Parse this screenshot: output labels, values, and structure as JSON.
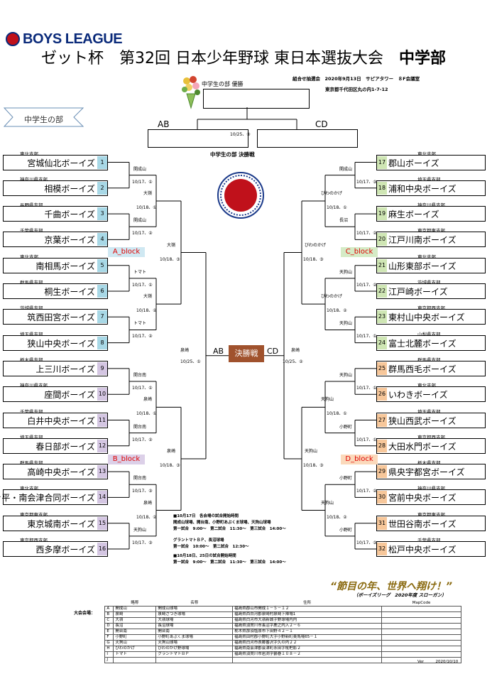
{
  "header": {
    "logo_text": "BOYS LEAGUE",
    "title_main": "ゼット杯　第32回 日本少年野球 東日本選抜大会",
    "title_division": "中学部",
    "draw_info": "組合せ抽選会　2020年9月13日　サピアタワー　８F会議室",
    "address": "東京都千代田区丸の内1-7-12"
  },
  "division_tag": "中学生の部",
  "winner_label": "中学生の部 優勝",
  "final": {
    "left_label": "AB",
    "right_label": "CD",
    "date": "10/25、③",
    "section_label": "中学生の部 決勝戦",
    "center_label": "決勝戦",
    "semi_left": "泉崎",
    "semi_left_date": "10/25、①",
    "semi_right": "泉崎",
    "semi_right_date": "10/25、②"
  },
  "blocks": {
    "a": "A_block",
    "b": "B_block",
    "c": "C_block",
    "d": "D_block"
  },
  "teams_left": [
    {
      "num": "1",
      "pref": "東北支部",
      "name": "宮城仙北ボーイズ"
    },
    {
      "num": "2",
      "pref": "神奈川県支部",
      "name": "相模ボーイズ"
    },
    {
      "num": "3",
      "pref": "長野県支部",
      "name": "千曲ボーイズ"
    },
    {
      "num": "4",
      "pref": "千葉県支部",
      "name": "京葉ボーイズ"
    },
    {
      "num": "5",
      "pref": "東北支部",
      "name": "南相馬ボーイズ"
    },
    {
      "num": "6",
      "pref": "群馬県支部",
      "name": "桐生ボーイズ"
    },
    {
      "num": "7",
      "pref": "茨城県支部",
      "name": "筑西田宮ボーイズ"
    },
    {
      "num": "8",
      "pref": "埼玉県支部",
      "name": "狭山中央ボーイズ"
    },
    {
      "num": "9",
      "pref": "栃木県支部",
      "name": "上三川ボーイズ"
    },
    {
      "num": "10",
      "pref": "神奈川県支部",
      "name": "座間ボーイズ"
    },
    {
      "num": "11",
      "pref": "千葉県支部",
      "name": "白井中央ボーイズ"
    },
    {
      "num": "12",
      "pref": "埼玉県支部",
      "name": "春日部ボーイズ"
    },
    {
      "num": "13",
      "pref": "群馬県支部",
      "name": "高崎中央ボーイズ"
    },
    {
      "num": "14",
      "pref": "東北支部",
      "name": "いわき平・南会津合同ボーイズ"
    },
    {
      "num": "15",
      "pref": "東京都東支部",
      "name": "東京城南ボーイズ"
    },
    {
      "num": "16",
      "pref": "東京都西支部",
      "name": "西多摩ボーイズ"
    }
  ],
  "teams_right": [
    {
      "num": "17",
      "pref": "東北支部",
      "name": "郡山ボーイズ"
    },
    {
      "num": "18",
      "pref": "埼玉県支部",
      "name": "浦和中央ボーイズ"
    },
    {
      "num": "19",
      "pref": "神奈川県支部",
      "name": "麻生ボーイズ"
    },
    {
      "num": "20",
      "pref": "東京都東支部",
      "name": "江戸川南ボーイズ"
    },
    {
      "num": "21",
      "pref": "東北支部",
      "name": "山形東部ボーイズ"
    },
    {
      "num": "22",
      "pref": "茨城県支部",
      "name": "江戸崎ボーイズ"
    },
    {
      "num": "23",
      "pref": "東京都西支部",
      "name": "東村山中央ボーイズ"
    },
    {
      "num": "24",
      "pref": "山梨県支部",
      "name": "富士北麓ボーイズ"
    },
    {
      "num": "25",
      "pref": "群馬県支部",
      "name": "群馬西毛ボーイズ"
    },
    {
      "num": "26",
      "pref": "東北支部",
      "name": "いわきボーイズ"
    },
    {
      "num": "27",
      "pref": "埼玉県支部",
      "name": "狭山西武ボーイズ"
    },
    {
      "num": "28",
      "pref": "東京都西支部",
      "name": "大田水門ボーイズ"
    },
    {
      "num": "29",
      "pref": "栃木県支部",
      "name": "県央宇都宮ボーイズ"
    },
    {
      "num": "30",
      "pref": "神奈川県支部",
      "name": "宮前中央ボーイズ"
    },
    {
      "num": "31",
      "pref": "東京都東支部",
      "name": "世田谷南ボーイズ"
    },
    {
      "num": "32",
      "pref": "千葉県支部",
      "name": "松戸中央ボーイズ"
    }
  ],
  "matches_left_r1": [
    {
      "venue": "開成山",
      "date": "10/17、①"
    },
    {
      "venue": "開成山",
      "date": "10/17、②"
    },
    {
      "venue": "トマト",
      "date": "10/17、①"
    },
    {
      "venue": "トマト",
      "date": "10/17、②"
    },
    {
      "venue": "開台南",
      "date": "10/17、①"
    },
    {
      "venue": "開台南",
      "date": "10/17、②"
    },
    {
      "venue": "開台南",
      "date": "10/17、③"
    },
    {
      "venue": "天狗山",
      "date": "10/17、③"
    }
  ],
  "matches_left_r2": [
    {
      "venue": "大嶺",
      "date": "10/18、①"
    },
    {
      "venue": "大嶺",
      "date": "10/18、②"
    },
    {
      "venue": "泉崎",
      "date": "10/18、①"
    },
    {
      "venue": "泉崎",
      "date": "10/18、②"
    }
  ],
  "matches_left_r3": [
    {
      "venue": "大嶺",
      "date": "10/18、③"
    },
    {
      "venue": "泉崎",
      "date": "10/18、③"
    }
  ],
  "matches_right_r1": [
    {
      "venue": "開成山",
      "date": "10/17、③"
    },
    {
      "venue": "長沼",
      "date": "10/17、②"
    },
    {
      "venue": "天狗山",
      "date": "10/17、②"
    },
    {
      "venue": "天狗山",
      "date": "10/17、①"
    },
    {
      "venue": "天狗山",
      "date": "10/17、①"
    },
    {
      "venue": "小野町",
      "date": "10/17、①"
    },
    {
      "venue": "小野町",
      "date": "10/17、②"
    },
    {
      "venue": "小野町",
      "date": "10/17、③"
    }
  ],
  "matches_right_r2": [
    {
      "venue": "びわのかげ",
      "date": "10/18、①"
    },
    {
      "venue": "びわのかげ",
      "date": "10/18、②"
    },
    {
      "venue": "天狗山",
      "date": "10/18、①"
    },
    {
      "venue": "天狗山",
      "date": "10/18、②"
    }
  ],
  "matches_right_r3": [
    {
      "venue": "びわのかげ",
      "date": "10/18、③"
    },
    {
      "venue": "天狗山",
      "date": "10/18、③"
    }
  ],
  "notes": [
    "■10月17日　各会場の試合開始時間",
    "開成山球場、開台南、小野町あぶくま球場、天狗山球場",
    "第一試合　9:00～　第二試合　11:30～　第三試合　14:00～",
    "グラントマトＢＰ、長沼球場",
    "第一試合　10:00～　第二試合　12:30～",
    "■10月18日、25日の試合開始時間",
    "第一試合　9:00～　第二試合　11:30～　第三試合　14:00～"
  ],
  "slogan": "“節目の年、世界へ翔け！”",
  "slogan_sub": "（ボーイズリーグ　2020年度 スローガン）",
  "venue_table": {
    "label": "大会会場：",
    "headers": [
      "略称",
      "名称",
      "住所",
      "MapCode"
    ],
    "rows": [
      {
        "id": "A",
        "abbr": "開成山",
        "name": "開成山球場",
        "addr": "福島県郡山市開成１－５－１２"
      },
      {
        "id": "B",
        "abbr": "泉崎",
        "name": "泉崎さつき球場",
        "addr": "福島県西白河郡泉崎村泉崎下陣場1"
      },
      {
        "id": "C",
        "abbr": "大嶺",
        "name": "大嶺球場",
        "addr": "福島県白河市大嶺新城字野球場内内"
      },
      {
        "id": "D",
        "abbr": "長沼",
        "name": "長沼球場",
        "addr": "福島県須賀川市長沼字鹿之内入２－６"
      },
      {
        "id": "E",
        "abbr": "開台南",
        "name": "開台南",
        "addr": "栃木県那須塩原市下田野４２－１"
      },
      {
        "id": "F",
        "abbr": "小野町",
        "name": "小野町あぶくま球場",
        "addr": "福島県田村郡小野町大字小野新町東馬場65－１"
      },
      {
        "id": "G",
        "abbr": "天狗山",
        "name": "天狗山球場",
        "addr": "福島県白河市表郷番沢字久の内２２"
      },
      {
        "id": "H",
        "abbr": "びわのかげ",
        "name": "びわのかげ野球場",
        "addr": "福島県南会津郡会津町永田字枇杷影２"
      },
      {
        "id": "I",
        "abbr": "トマト",
        "name": "グラントマトＢＰ",
        "addr": "福島県須賀川市岩渕字鶴巻１０８－２"
      },
      {
        "id": "J",
        "abbr": "",
        "name": "",
        "addr": ""
      }
    ]
  },
  "version_label": "Ver",
  "version_date": "2020/10/10",
  "colors": {
    "left_a": "#a8d8e6",
    "left_b": "#d4c6e2",
    "right_c": "#cfe6b4",
    "right_d": "#f7c79a",
    "block_text": "#e00000",
    "final_box": "#a0522d"
  }
}
